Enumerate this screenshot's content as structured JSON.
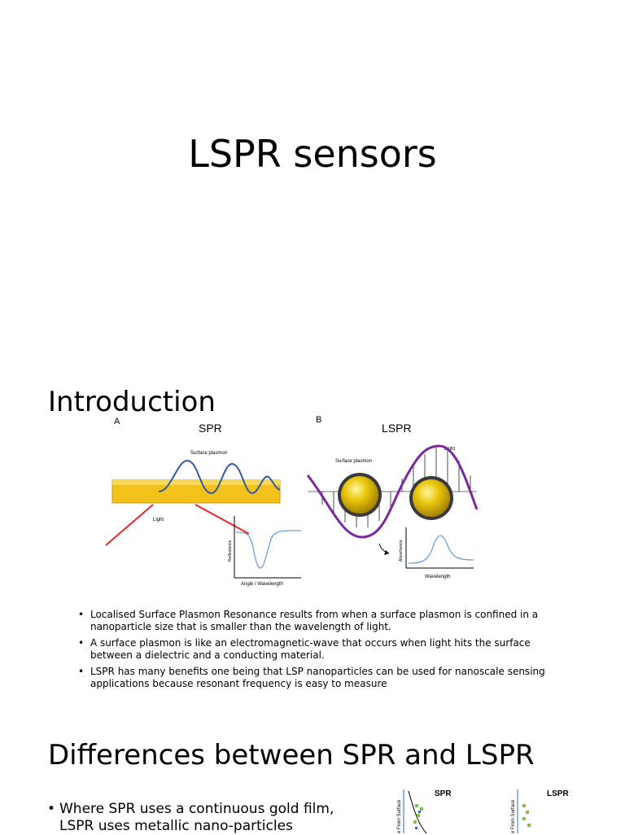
{
  "slide1": {
    "title": "LSPR sensors"
  },
  "slide2": {
    "heading": "Introduction",
    "figure": {
      "panel_a_letter": "A",
      "panel_a_title": "SPR",
      "panel_a_plasmon_label": "Surface plasmon",
      "panel_a_light_label": "Light",
      "panel_a_ylabel": "Reflectance",
      "panel_a_xlabel": "Angle / Wavelength",
      "panel_b_letter": "B",
      "panel_b_title": "LSPR",
      "panel_b_plasmon_label": "Surface plasmon",
      "panel_b_light_label": "Light",
      "panel_b_ylabel": "Absorbance",
      "panel_b_xlabel": "Wavelength",
      "colors": {
        "gold": "#f2c21a",
        "laser": "#e8252a",
        "wave": "#7b2a9e",
        "curve": "#6f9fd8"
      }
    },
    "bullets": [
      "Localised Surface Plasmon Resonance results from when a surface plasmon is confined in a nanoparticle size that is smaller than the wavelength of light.",
      "A surface plasmon is like an electromagnetic-wave that occurs when light hits the surface between a dielectric and a conducting material.",
      "LSPR has many benefits one being that LSP nanoparticles  can be used for nanoscale sensing applications because resonant frequency is easy to measure"
    ]
  },
  "slide3": {
    "heading": "Differences between SPR and LSPR",
    "bullet": "Where SPR uses a continuous gold film, LSPR uses metallic nano-particles",
    "figure": {
      "left_label": "SPR",
      "right_label": "LSPR",
      "axis_label_left": "e From Surface",
      "axis_label_right": "e From Surface"
    }
  }
}
